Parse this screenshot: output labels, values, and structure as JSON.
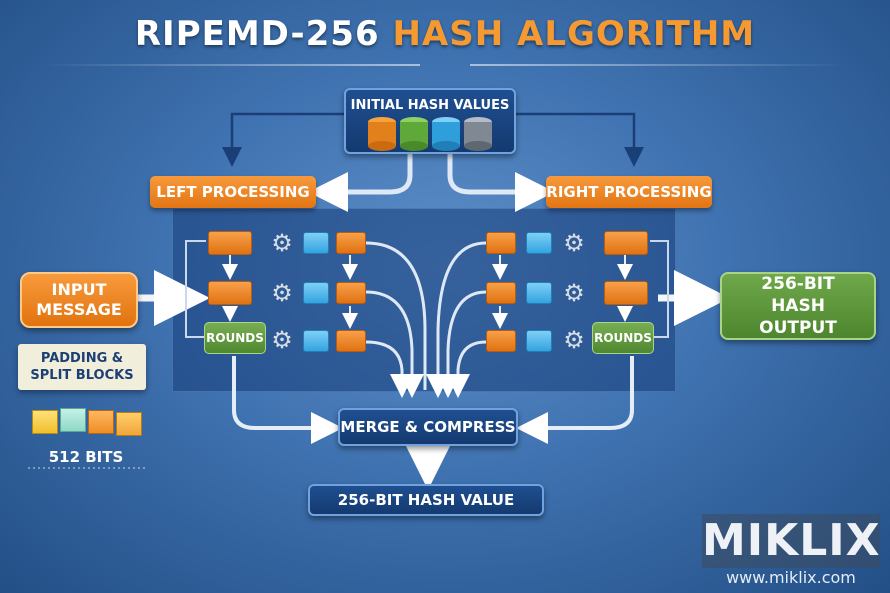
{
  "title": {
    "part1": "RIPEMD-256",
    "part2": "HASH ALGORITHM"
  },
  "nodes": {
    "initial": "INITIAL HASH VALUES",
    "left": "LEFT PROCESSING",
    "right": "RIGHT PROCESSING",
    "input": "INPUT MESSAGE",
    "padding": "PADDING & SPLIT BLOCKS",
    "bits": "512 BITS",
    "rounds_left": "ROUNDS",
    "rounds_right": "ROUNDS",
    "merge": "MERGE & COMPRESS",
    "hash_value": "256-BIT HASH VALUE",
    "hash_output": "256-BIT HASH OUTPUT"
  },
  "watermark": {
    "brand": "MIKLIX",
    "url": "www.miklix.com"
  },
  "colors": {
    "orange": "#f08a2a",
    "navy": "#173f78",
    "green": "#5a9438",
    "blue": "#3aa6e0"
  },
  "icons": {
    "gear": "gear-icon",
    "database": "database-icon",
    "cubes": "block-cubes-icon"
  }
}
